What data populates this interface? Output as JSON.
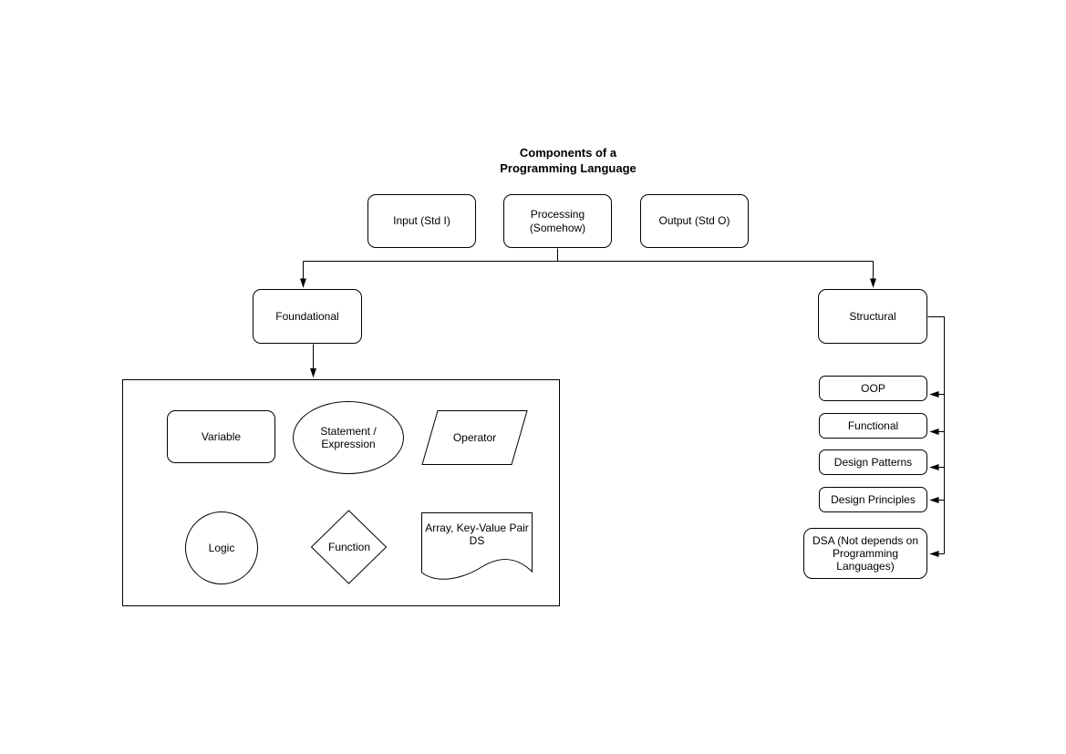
{
  "title": {
    "text": "Components of a\nProgramming Language"
  },
  "colors": {
    "background": "#ffffff",
    "stroke": "#000000",
    "text": "#000000",
    "node_fill": "#ffffff"
  },
  "nodes": {
    "input": {
      "label": "Input (Std I)"
    },
    "processing": {
      "label": "Processing\n(Somehow)"
    },
    "output": {
      "label": "Output (Std O)"
    },
    "foundational": {
      "label": "Foundational"
    },
    "structural": {
      "label": "Structural"
    },
    "oop": {
      "label": "OOP"
    },
    "functional": {
      "label": "Functional"
    },
    "design_patterns": {
      "label": "Design Patterns"
    },
    "design_principles": {
      "label": "Design Principles"
    },
    "dsa": {
      "label": "DSA (Not depends on\nProgramming\nLanguages)"
    },
    "variable": {
      "label": "Variable"
    },
    "statement_expression": {
      "label": "Statement /\nExpression"
    },
    "operator": {
      "label": "Operator"
    },
    "logic": {
      "label": "Logic"
    },
    "function": {
      "label": "Function"
    },
    "array_ds": {
      "label": "Array, Key-Value Pair\nDS"
    }
  }
}
